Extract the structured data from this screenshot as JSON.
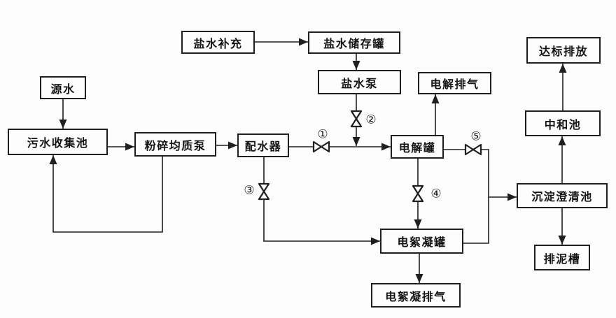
{
  "nodes": {
    "brine_supplement": {
      "label": "盐水补充"
    },
    "brine_storage_tank": {
      "label": "盐水储存罐"
    },
    "brine_pump": {
      "label": "盐水泵"
    },
    "electrolysis_exhaust": {
      "label": "电解排气"
    },
    "source_water": {
      "label": "源水"
    },
    "sewage_collection_pool": {
      "label": "污水收集池"
    },
    "crushing_homogenizing_pump": {
      "label": "粉碎均质泵"
    },
    "water_distributor": {
      "label": "配水器"
    },
    "electrolysis_tank": {
      "label": "电解罐"
    },
    "electrocoagulation_tank": {
      "label": "电絮凝罐"
    },
    "electrocoagulation_exhaust": {
      "label": "电絮凝排气"
    },
    "sedimentation_clarification_pool": {
      "label": "沉淀澄清池"
    },
    "neutralization_pool": {
      "label": "中和池"
    },
    "standard_discharge": {
      "label": "达标排放"
    },
    "sludge_discharge_tank": {
      "label": "排泥槽"
    }
  },
  "valves": {
    "v1": {
      "label": "①"
    },
    "v2": {
      "label": "②"
    },
    "v3": {
      "label": "③"
    },
    "v4": {
      "label": "④"
    },
    "v5": {
      "label": "⑤"
    }
  },
  "colors": {
    "line": "#1f1f1f",
    "background": "#fdfdfd",
    "box_border": "#1f1f1f"
  }
}
